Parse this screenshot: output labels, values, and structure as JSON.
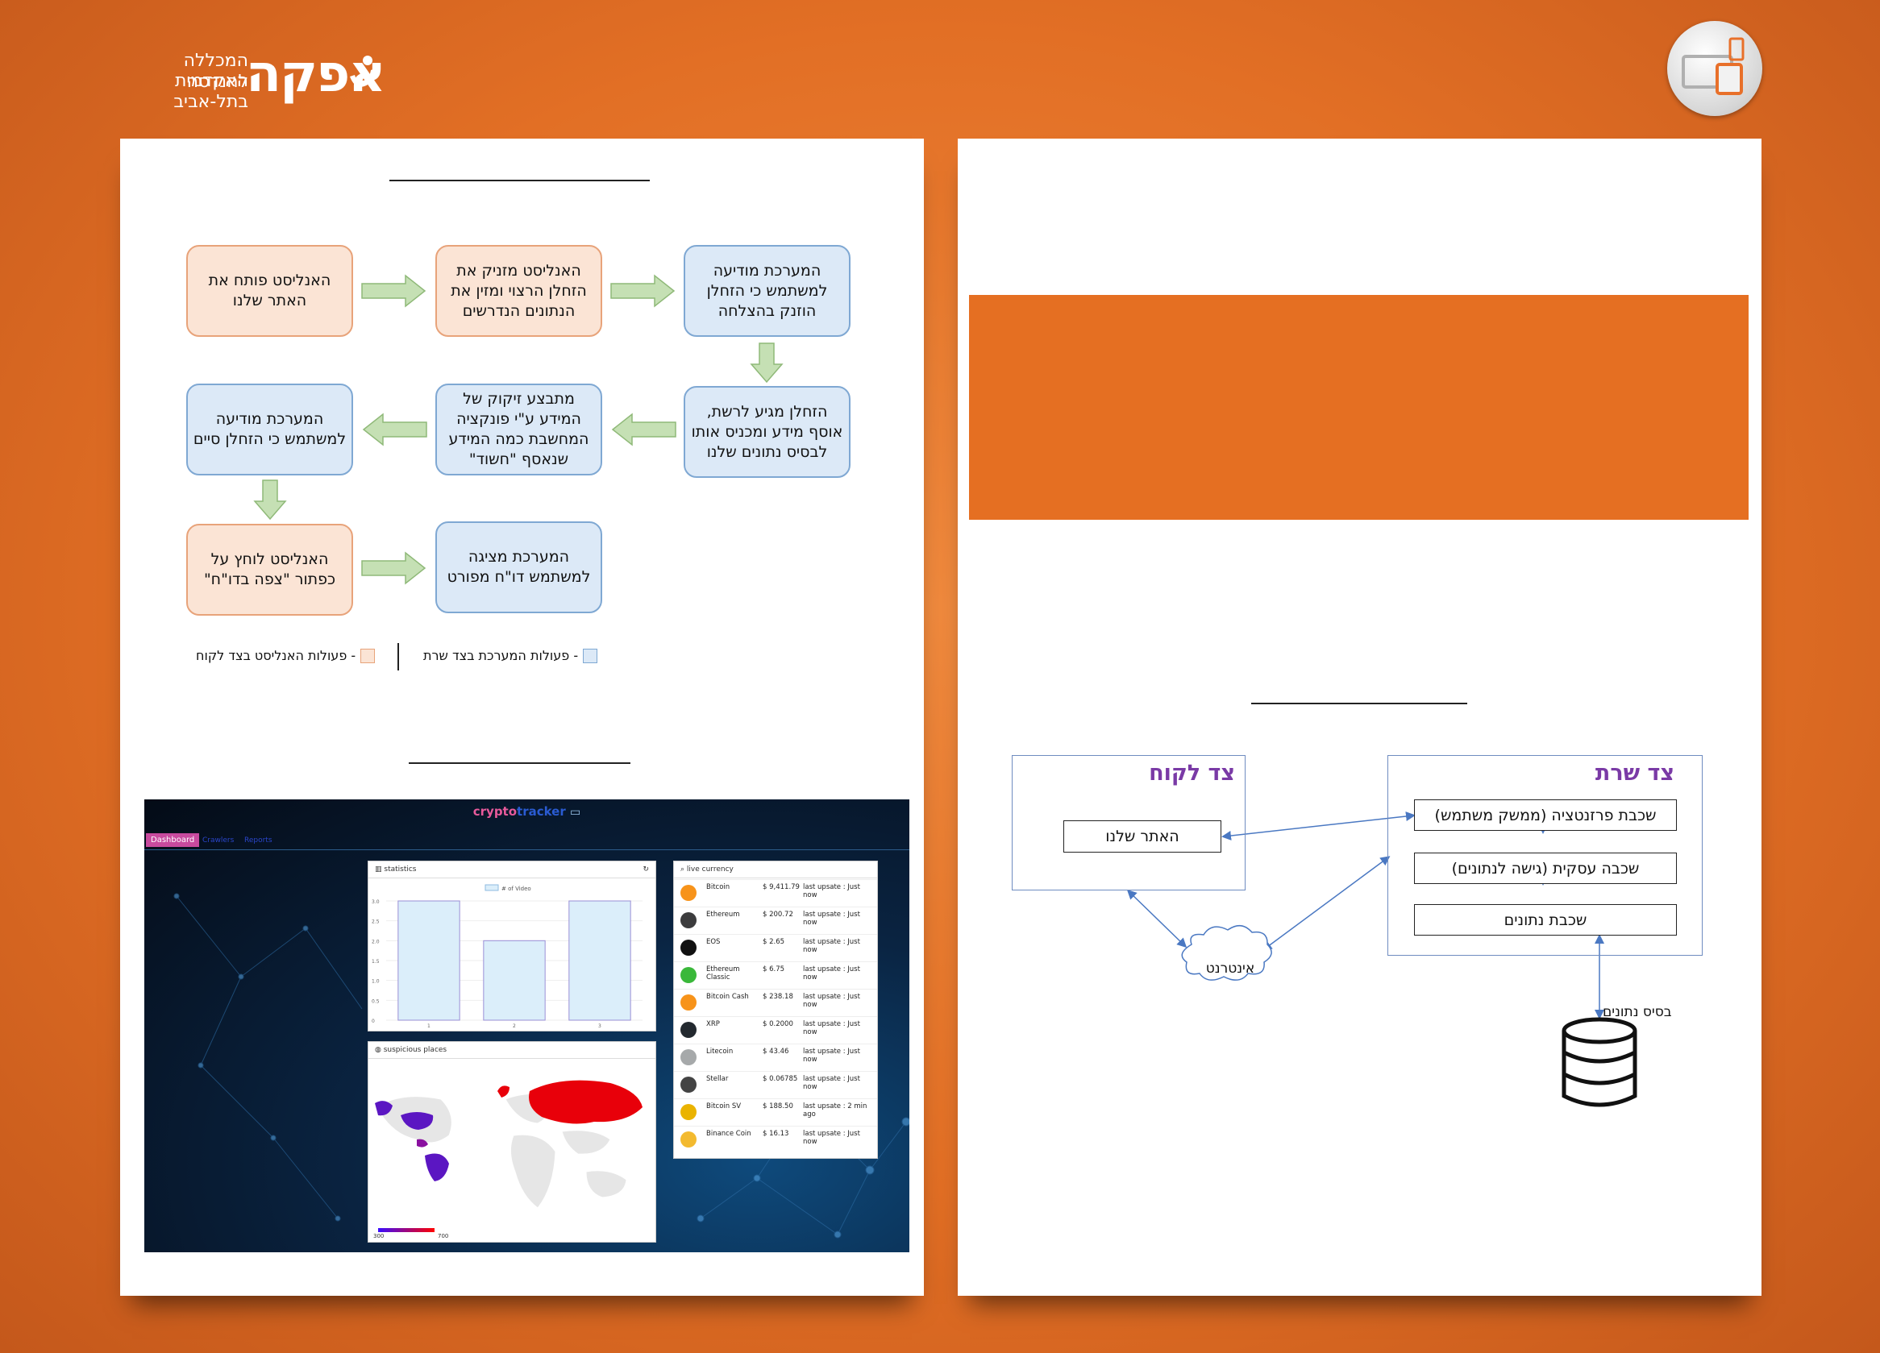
{
  "header": {
    "logo_name": "אפקה",
    "logo_line1": "המכללה האקדמית",
    "logo_line2": "להנדסה בתל-אביב"
  },
  "flow": {
    "boxes": [
      "האנליסט פותח את האתר שלנו",
      "האנליסט מזניק את הזחלן הרצוי ומזין את הנתונים הנדרשים",
      "המערכת מודיעה למשתמש כי הזחלן הוזנק בהצלחה",
      "הזחלן מגיע לרשת, אוסף מידע ומכניס אותו לבסיס נתונים שלנו",
      "מתבצע זיקוק של המידע ע\"י פונקציה המחשבת כמה המידע שנאסף \"חשוד\"",
      "המערכת מודיעה למשתמש כי הזחלן סיים",
      "האנליסט לוחץ על כפתור \"צפה בדו\"ח\"",
      "המערכת מציגה למשתמש דו\"ח מפורט"
    ],
    "legend_client": "- פעולות האנליסט בצד לקוח",
    "legend_server": "- פעולות המערכת בצד שרת",
    "colors": {
      "client_fill": "#fbe4d5",
      "server_fill": "#dce9f7",
      "arrow": "#c5e0b4"
    }
  },
  "app_screenshot": {
    "brand_a": "crypto",
    "brand_b": "tracker",
    "tabs": [
      "Dashboard",
      "Crawlers",
      "Reports"
    ],
    "statistics_title": "statistics",
    "legend_label": "# of Video",
    "y_ticks": [
      "3.0",
      "2.5",
      "2.0",
      "1.5",
      "1.0",
      "0.5",
      "0"
    ],
    "x_ticks": [
      "1",
      "2",
      "3"
    ],
    "map_title": "suspicious places",
    "map_scale_min": "300",
    "map_scale_max": "700",
    "live_title": "live currency",
    "coins": [
      {
        "name": "Bitcoin",
        "price": "$ 9,411.79",
        "updated": "last upsate : Just now",
        "color": "#f7931a"
      },
      {
        "name": "Ethereum",
        "price": "$ 200.72",
        "updated": "last upsate : Just now",
        "color": "#3c3c3d"
      },
      {
        "name": "EOS",
        "price": "$ 2.65",
        "updated": "last upsate : Just now",
        "color": "#111111"
      },
      {
        "name": "Ethereum Classic",
        "price": "$ 6.75",
        "updated": "last upsate : Just now",
        "color": "#3ab83a"
      },
      {
        "name": "Bitcoin Cash",
        "price": "$ 238.18",
        "updated": "last upsate : Just now",
        "color": "#f7931a"
      },
      {
        "name": "XRP",
        "price": "$ 0.2000",
        "updated": "last upsate : Just now",
        "color": "#23292f"
      },
      {
        "name": "Litecoin",
        "price": "$ 43.46",
        "updated": "last upsate : Just now",
        "color": "#a6a9aa"
      },
      {
        "name": "Stellar",
        "price": "$ 0.06785",
        "updated": "last upsate : Just now",
        "color": "#444444"
      },
      {
        "name": "Bitcoin SV",
        "price": "$ 188.50",
        "updated": "last upsate : 2 min ago",
        "color": "#eab300"
      },
      {
        "name": "Binance Coin",
        "price": "$ 16.13",
        "updated": "last upsate : Just now",
        "color": "#f3ba2f"
      }
    ]
  },
  "chart_data": {
    "type": "bar",
    "title": "statistics",
    "categories": [
      "1",
      "2",
      "3"
    ],
    "series": [
      {
        "name": "# of Video",
        "values": [
          3,
          2,
          3
        ]
      }
    ],
    "ylim": [
      0,
      3
    ]
  },
  "architecture": {
    "client_title": "צד לקוח",
    "server_title": "צד שרת",
    "our_site": "האתר שלנו",
    "presentation_layer": "שכבת פרזנטציה (ממשק משתמש)",
    "business_layer": "שכבה עסקית (גישה לנתונים)",
    "data_layer": "שכבת נתונים",
    "internet": "אינטרנט",
    "database": "בסיס נתונים"
  }
}
